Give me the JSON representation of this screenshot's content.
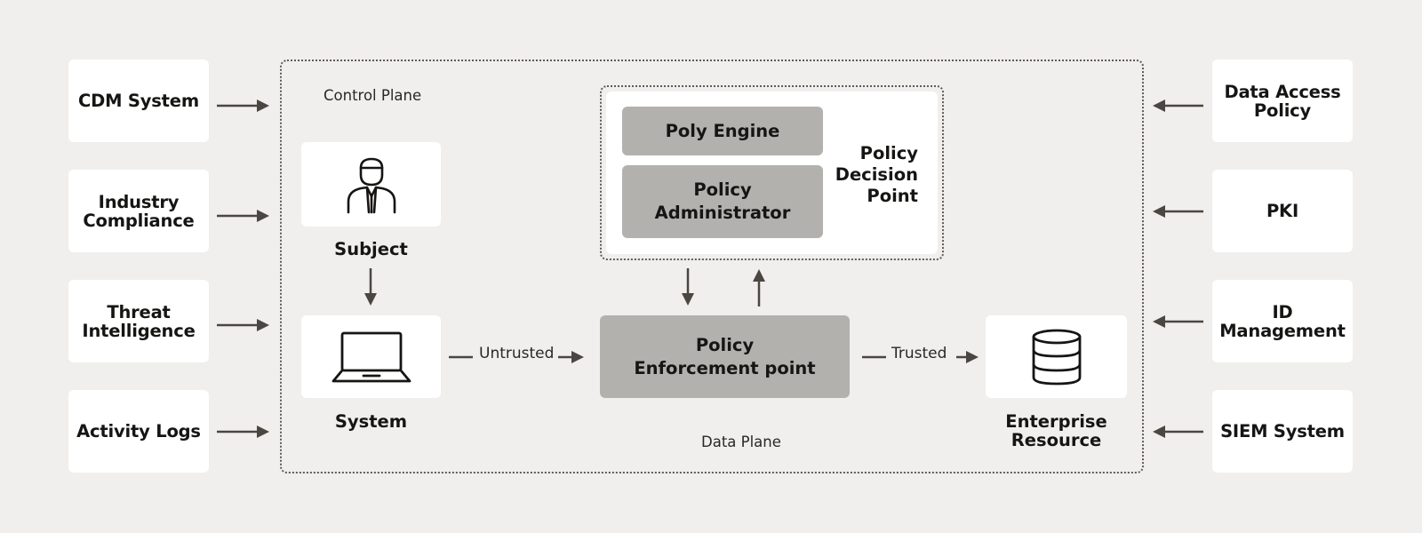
{
  "inputs_left": [
    {
      "label": "CDM System"
    },
    {
      "label": "Industry\nCompliance"
    },
    {
      "label": "Threat\nIntelligence"
    },
    {
      "label": "Activity Logs"
    }
  ],
  "inputs_right": [
    {
      "label": "Data Access\nPolicy"
    },
    {
      "label": "PKI"
    },
    {
      "label": "ID\nManagement"
    },
    {
      "label": "SIEM System"
    }
  ],
  "control_plane": {
    "label": "Control Plane"
  },
  "data_plane": {
    "label": "Data Plane"
  },
  "subject": {
    "label": "Subject",
    "icon": "person-icon"
  },
  "system": {
    "label": "System",
    "icon": "laptop-icon"
  },
  "pdp": {
    "label": "Policy\nDecision\nPoint",
    "engine": "Poly Engine",
    "administrator": "Policy\nAdministrator"
  },
  "pep": {
    "label": "Policy\nEnforcement point"
  },
  "resource": {
    "label": "Enterprise\nResource",
    "icon": "database-icon"
  },
  "flows": {
    "untrusted": "Untrusted",
    "trusted": "Trusted"
  },
  "colors": {
    "background": "#f0efed",
    "box": "#ffffff",
    "component_gray": "#b3b1ae",
    "arrow": "#4a4642"
  }
}
